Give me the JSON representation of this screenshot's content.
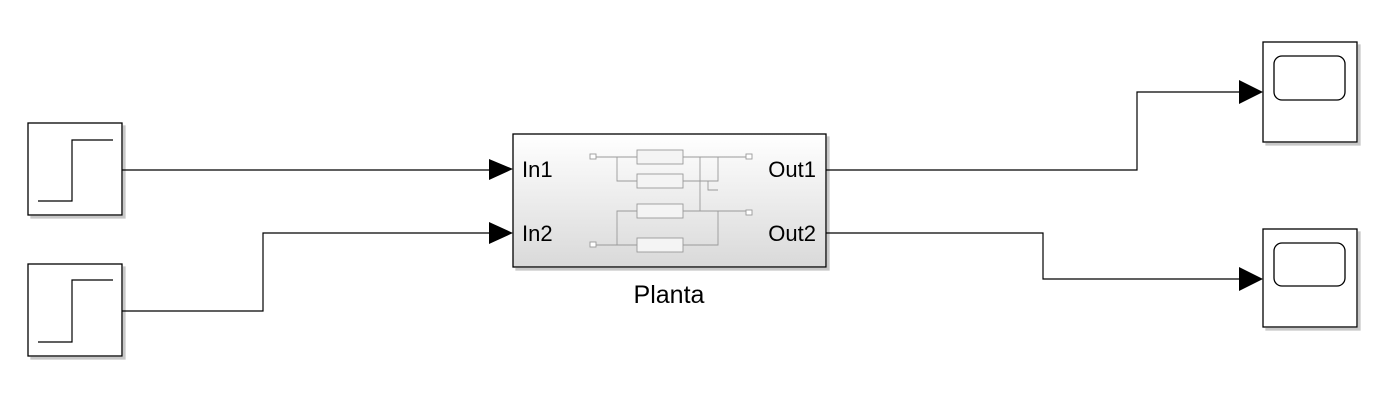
{
  "diagram": {
    "sources": [
      {
        "id": "step1",
        "icon": "step-signal-icon"
      },
      {
        "id": "step2",
        "icon": "step-signal-icon"
      }
    ],
    "subsystem": {
      "name": "Planta",
      "inputs": [
        "In1",
        "In2"
      ],
      "outputs": [
        "Out1",
        "Out2"
      ],
      "icon": "subsystem-preview-icon"
    },
    "sinks": [
      {
        "id": "scope1",
        "icon": "scope-screen-icon"
      },
      {
        "id": "scope2",
        "icon": "scope-screen-icon"
      }
    ],
    "connections": [
      {
        "from": "step1",
        "to": "Planta.In1"
      },
      {
        "from": "step2",
        "to": "Planta.In2"
      },
      {
        "from": "Planta.Out1",
        "to": "scope1"
      },
      {
        "from": "Planta.Out2",
        "to": "scope2"
      }
    ],
    "colors": {
      "line": "#000000",
      "block_border": "#000000",
      "subsystem_fill_top": "#ffffff",
      "subsystem_fill_bottom": "#dadada",
      "block_fill": "#ffffff",
      "preview_stroke": "#9a9a9a"
    }
  }
}
